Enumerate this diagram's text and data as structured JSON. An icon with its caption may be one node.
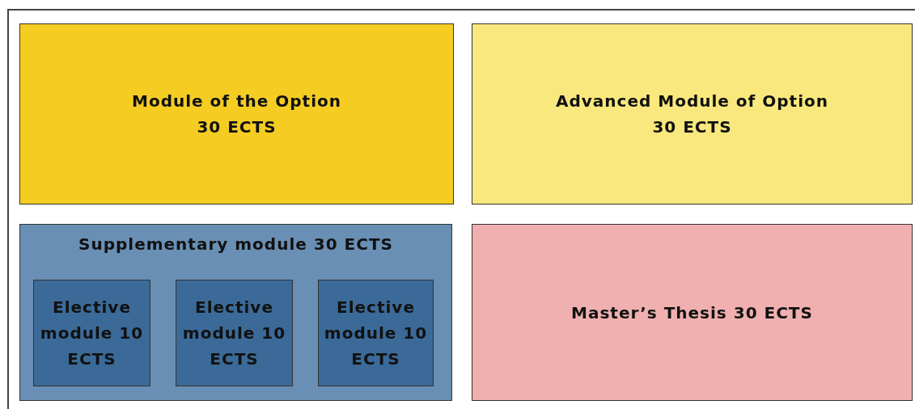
{
  "diagram": {
    "nodes": [
      {
        "text": [
          "Module of the Option",
          "30 ECTS"
        ]
      },
      {
        "text": [
          "Advanced Module of Option",
          "30 ECTS"
        ]
      },
      {
        "text": [
          "Supplementary module 30 ECTS"
        ]
      },
      {
        "text": [
          "Elective module 10 ECTS"
        ],
        "in": 2
      },
      {
        "text": [
          "Elective module 10 ECTS"
        ],
        "in": 2
      },
      {
        "text": [
          "Elective module 10 ECTS"
        ],
        "in": 2
      },
      {
        "text": [
          "Master’s Thesis 30 ECTS"
        ]
      }
    ]
  }
}
